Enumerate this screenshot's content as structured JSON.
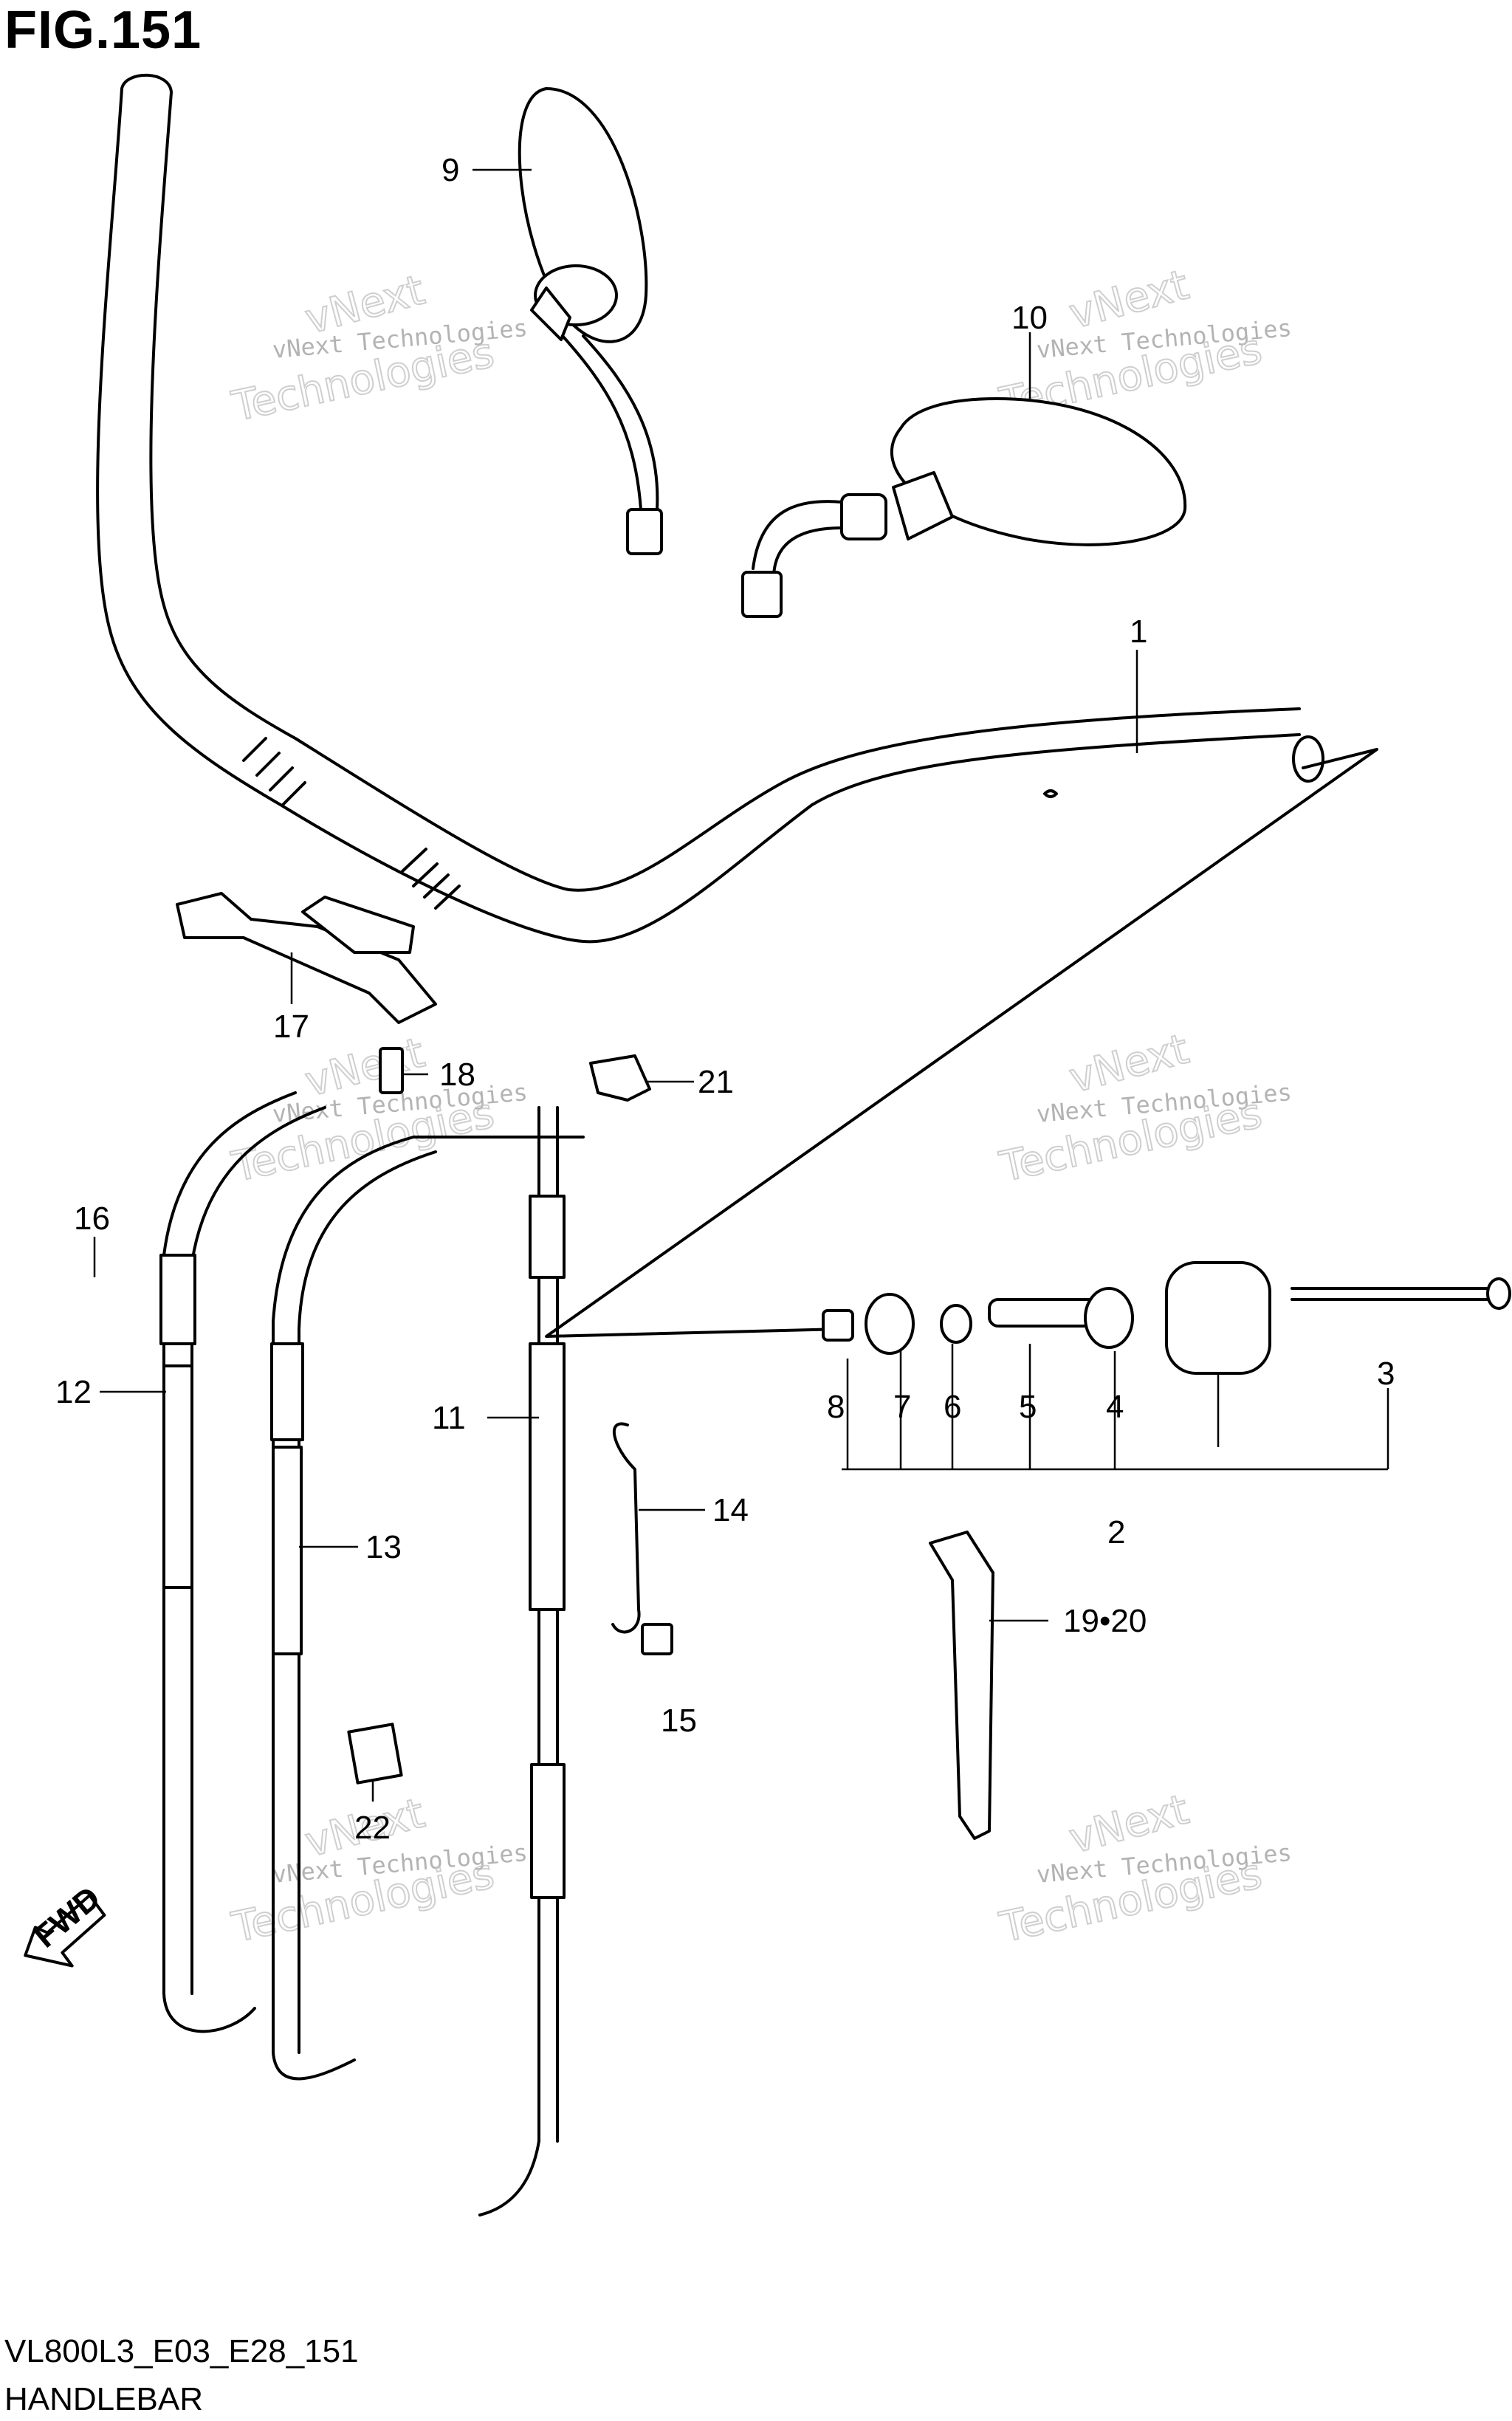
{
  "header": {
    "title": "FIG.151"
  },
  "footer": {
    "code": "VL800L3_E03_E28_151",
    "name": "HANDLEBAR"
  },
  "fwd_label": "FWD",
  "watermark": {
    "line1": "vNext Technologies",
    "line2": "vNext",
    "line3": "Technologies"
  },
  "callouts": {
    "p1": "1",
    "p2": "2",
    "p3": "3",
    "p4": "4",
    "p5": "5",
    "p6": "6",
    "p7": "7",
    "p8": "8",
    "p9": "9",
    "p10": "10",
    "p11": "11",
    "p12": "12",
    "p13": "13",
    "p14": "14",
    "p15": "15",
    "p16": "16",
    "p17": "17",
    "p18": "18",
    "p19_20": "19•20",
    "p21": "21",
    "p22": "22"
  }
}
